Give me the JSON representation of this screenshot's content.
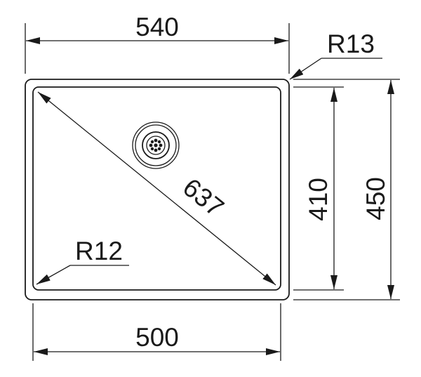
{
  "dimensions": {
    "outer_width": "540",
    "inner_width": "500",
    "inner_height": "410",
    "outer_height": "450",
    "diagonal": "637",
    "outer_radius": "R13",
    "inner_radius": "R12"
  },
  "colors": {
    "line": "#1a1a1a",
    "background": "#ffffff"
  },
  "icons": {
    "drain": "drain-strainer-icon"
  }
}
